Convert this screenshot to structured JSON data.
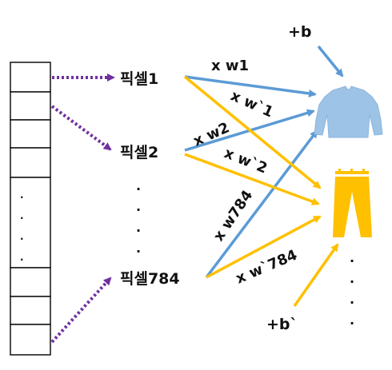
{
  "pixel_labels": {
    "first": "픽셀1",
    "second": "픽셀2",
    "last": "픽셀784"
  },
  "weight_labels": {
    "w1": "x w1",
    "w2": "x w2",
    "w784": "x w784",
    "w1_prime": "x w`1",
    "w2_prime": "x w`2",
    "w784_prime": "x w`784"
  },
  "bias_labels": {
    "top": "+b",
    "bottom": "+b`"
  },
  "colors": {
    "shirt_path": "#5b9bd5",
    "pants_path": "#ffc000",
    "pixel_mapping": "#7030a0",
    "shirt_icon": "#9dc3e6",
    "pants_icon": "#ffc000",
    "text": "#111111"
  },
  "icons": {
    "shirt": "shirt-icon",
    "pants": "pants-icon"
  }
}
